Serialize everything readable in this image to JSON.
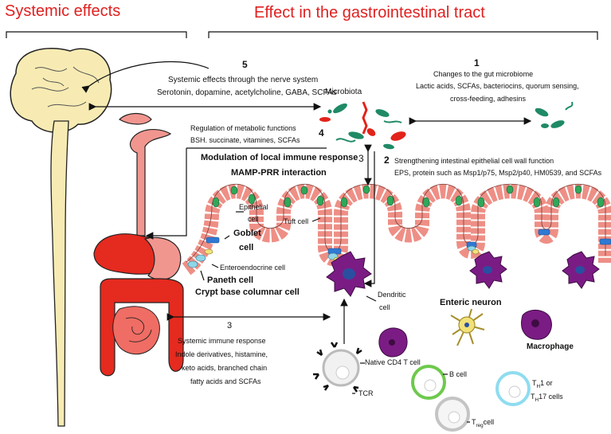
{
  "headers": {
    "systemic": "Systemic effects",
    "gi": "Effect in the gastrointestinal tract"
  },
  "colors": {
    "header_red": "#e02020",
    "brain": "#f7ebb3",
    "gut_red": "#e52a1f",
    "epithelium_pink": "#ee8f86",
    "goblet_green": "#2fa85a",
    "paneth_blue": "#2f79d4",
    "microbe_green": "#1f8a66",
    "immune_purple": "#7b1c84"
  },
  "icons": [
    "brain-spine-icon",
    "gi-tract-icon",
    "microbiota-icon",
    "intestinal-epithelium-icon",
    "dendritic-cell-icon",
    "enteric-neuron-icon",
    "macrophage-icon",
    "native-cd4-t-cell-icon",
    "b-cell-icon",
    "treg-cell-icon",
    "th-cell-icon"
  ],
  "labels": {
    "n5": "5",
    "n5_line1": "Systemic effects through the nerve system",
    "n5_line2": "Serotonin, dopamine, acetylcholine, GABA, SCFAs",
    "microbiota": "Microbiota",
    "n1": "1",
    "n1_line1": "Changes to the gut microbiome",
    "n1_line2": "Lactic acids, SCFAs, bacteriocins, quorum sensing,",
    "n1_line3": "cross-feeding, adhesins",
    "n4_line1": "Regulation of metabolic functions",
    "n4": "4",
    "n4_line2": "BSH. succinate, vitamines, SCFAs",
    "n3_top_line1": "Modulation of local immune response",
    "n3_top": "3",
    "n3_top_line2": "MAMP-PRR interaction",
    "n2": "2",
    "n2_line1": "Strengthening intestinal epithelial cell wall function",
    "n2_line2": "EPS, protein such as Msp1/p75, Msp2/p40, HM0539, and SCFAs",
    "epithelial_1": "Epithelial",
    "epithelial_2": "cell",
    "goblet_1": "Goblet",
    "goblet_2": "cell",
    "tuft": "Tuft cell",
    "enteroendocrine": "Enteroendocrine cell",
    "paneth": "Paneth cell",
    "crypt": "Crypt base columnar cell",
    "dendritic_1": "Dendritic",
    "dendritic_2": "cell",
    "enteric_neuron": "Enteric neuron",
    "macrophage": "Macrophage",
    "n3_bottom": "3",
    "n3b_line1": "Systemic immune response",
    "n3b_line2": "Indole derivatives, histamine,",
    "n3b_line3": "keto acids, branched chain",
    "n3b_line4": "fatty acids and SCFAs",
    "native_cd4": "Native CD4 T cell",
    "tcr": "TCR",
    "b_cell": "B cell",
    "treg_prefix": "T",
    "treg_sub": "reg",
    "treg_suffix": "cell",
    "th_1a": "T",
    "th_1b": "H",
    "th_1c": "1 or",
    "th_2a": "T",
    "th_2b": "H",
    "th_2c": "17 cells"
  }
}
